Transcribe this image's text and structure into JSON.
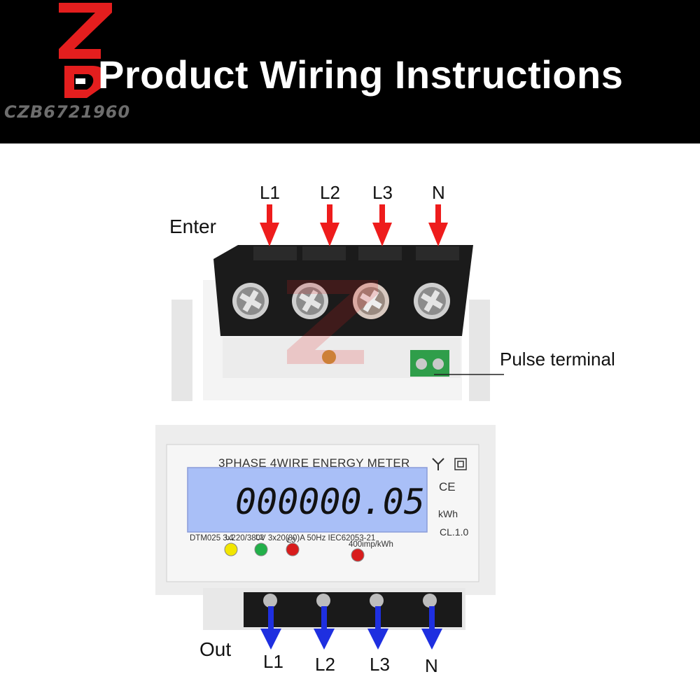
{
  "header": {
    "title": "Product Wiring Instructions",
    "store_id": "CZB6721960"
  },
  "input": {
    "label": "Enter",
    "phases": [
      "L1",
      "L2",
      "L3",
      "N"
    ]
  },
  "output": {
    "label": "Out",
    "phases": [
      "L1",
      "L2",
      "L3",
      "N"
    ]
  },
  "pulse_terminal_label": "Pulse terminal",
  "meter": {
    "title": "3PHASE 4WIRE ENERGY METER",
    "reading": "000000.05",
    "unit": "kWh",
    "class": "CL.1.0",
    "ce_mark": "CE",
    "spec_line": "DTM025  3x220/380V  3x20(80)A  50Hz  IEC62053-21",
    "impulse": "400imp/kWh",
    "leds": [
      {
        "label": "L1",
        "color": "#f2e600"
      },
      {
        "label": "L2",
        "color": "#22b04a"
      },
      {
        "label": "L3",
        "color": "#d81c1c"
      },
      {
        "label": "",
        "color": "#d81c1c"
      }
    ]
  },
  "colors": {
    "input_arrow": "#ee1c1c",
    "output_arrow": "#1e2fe0",
    "lcd": "#a9bff7"
  }
}
